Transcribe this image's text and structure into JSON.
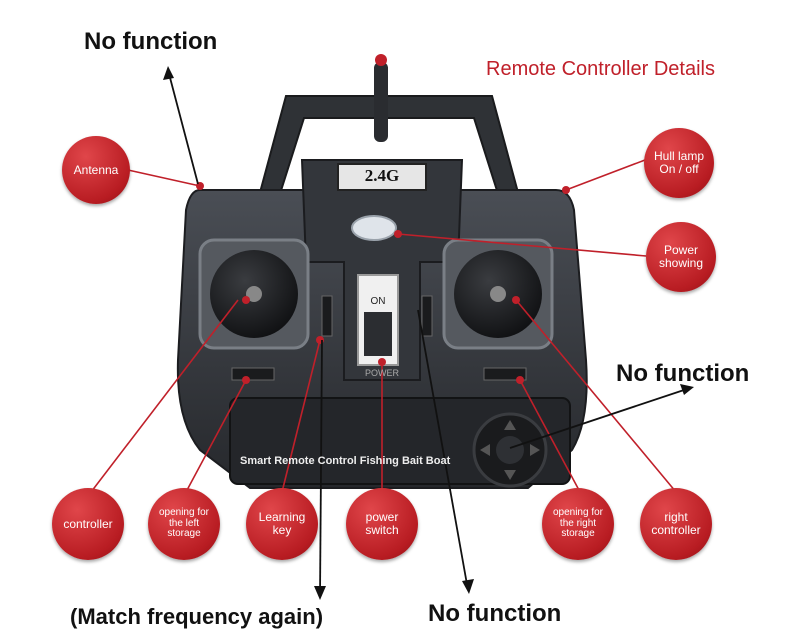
{
  "title": "Remote Controller Details",
  "notes": {
    "top_left": "No function",
    "right": "No function",
    "bottom_right": "No function",
    "bottom_left": "(Match frequency again)"
  },
  "device": {
    "frequency_badge": "2.4G",
    "switch_on": "ON",
    "switch_label": "POWER",
    "panel_text": "Smart Remote Control Fishing Bait Boat"
  },
  "labels": {
    "antenna": "Antenna",
    "hull_lamp": "Hull lamp On / off",
    "power_showing": "Power showing",
    "controller": "controller",
    "left_storage": "opening for the left storage",
    "learning_key": "Learning key",
    "power_switch": "power switch",
    "right_storage": "opening for the right storage",
    "right_controller": "right controller"
  },
  "colors": {
    "accent": "#c0202a",
    "body": "#3a3d42",
    "panel": "#2a2c30"
  }
}
